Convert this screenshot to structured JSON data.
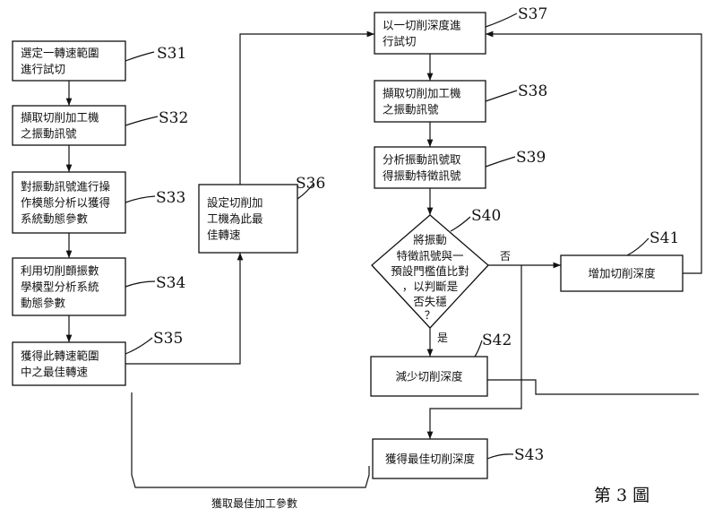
{
  "diagram": {
    "steps": {
      "s31": {
        "id": "S31",
        "lines": [
          "選定一轉速範圍",
          "進行試切"
        ]
      },
      "s32": {
        "id": "S32",
        "lines": [
          "擷取切削加工機",
          "之振動訊號"
        ]
      },
      "s33": {
        "id": "S33",
        "lines": [
          "對振動訊號進行操",
          "作模態分析以獲得",
          "系統動態參數"
        ]
      },
      "s34": {
        "id": "S34",
        "lines": [
          "利用切削顫振數",
          "學模型分析系統",
          "動態參數"
        ]
      },
      "s35": {
        "id": "S35",
        "lines": [
          "獲得此轉速範圍",
          "中之最佳轉速"
        ]
      },
      "s36": {
        "id": "S36",
        "lines": [
          "設定切削加",
          "工機為此最",
          "佳轉速"
        ]
      },
      "s37": {
        "id": "S37",
        "lines": [
          "以一切削深度進",
          "行試切"
        ]
      },
      "s38": {
        "id": "S38",
        "lines": [
          "擷取切削加工機",
          "之振動訊號"
        ]
      },
      "s39": {
        "id": "S39",
        "lines": [
          "分析振動訊號取",
          "得振動特徵訊號"
        ]
      },
      "s40": {
        "id": "S40",
        "lines": [
          "將振動",
          "特徵訊號與一",
          "預設門檻值比對",
          "，以判斷是",
          "否失穩",
          "？"
        ]
      },
      "s41": {
        "id": "S41",
        "lines": [
          "增加切削深度"
        ]
      },
      "s42": {
        "id": "S42",
        "lines": [
          "減少切削深度"
        ]
      },
      "s43": {
        "id": "S43",
        "lines": [
          "獲得最佳切削深度"
        ]
      }
    },
    "branch_no": "否",
    "branch_yes": "是",
    "bottom_caption": "獲取最佳加工參數",
    "figure_label": "第 3 圖"
  }
}
